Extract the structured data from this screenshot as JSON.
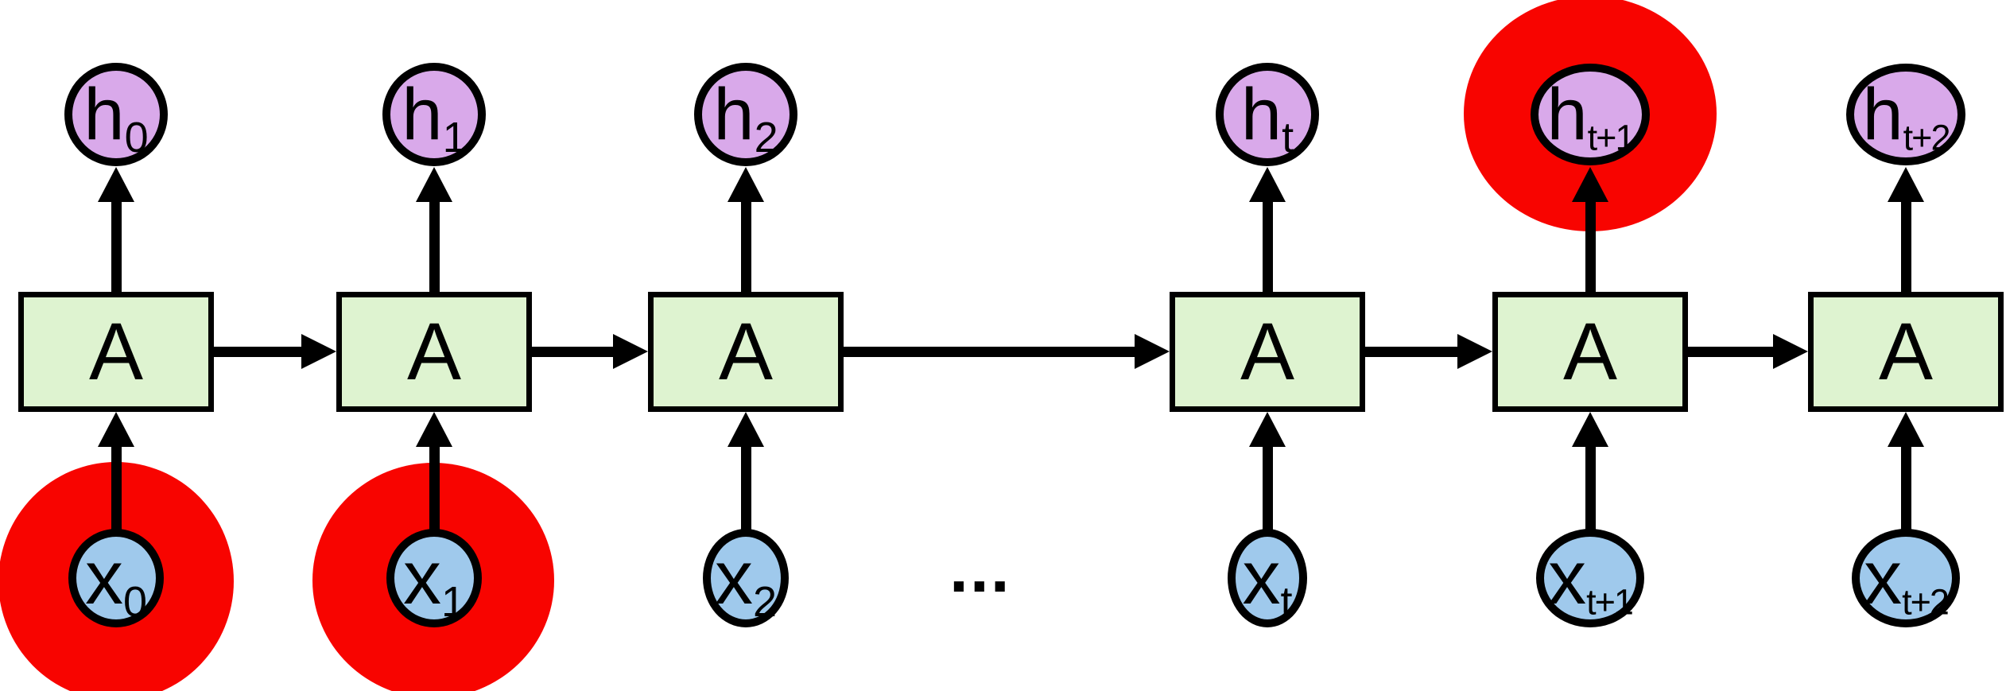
{
  "diagram": {
    "type": "unrolled-rnn",
    "ellipsis": "...",
    "columns": [
      {
        "index": 0,
        "hidden_label": {
          "base": "h",
          "sub": "0"
        },
        "cell": "A",
        "input_label": {
          "base": "x",
          "sub": "0"
        },
        "input_highlighted": true,
        "output_highlighted": false
      },
      {
        "index": 1,
        "hidden_label": {
          "base": "h",
          "sub": "1"
        },
        "cell": "A",
        "input_label": {
          "base": "x",
          "sub": "1"
        },
        "input_highlighted": true,
        "output_highlighted": false
      },
      {
        "index": 2,
        "hidden_label": {
          "base": "h",
          "sub": "2"
        },
        "cell": "A",
        "input_label": {
          "base": "x",
          "sub": "2"
        },
        "input_highlighted": false,
        "output_highlighted": false
      },
      {
        "index": 3,
        "hidden_label": {
          "base": "h",
          "sub": "t"
        },
        "cell": "A",
        "input_label": {
          "base": "x",
          "sub": "t"
        },
        "input_highlighted": false,
        "output_highlighted": false
      },
      {
        "index": 4,
        "hidden_label": {
          "base": "h",
          "sub": "t+1"
        },
        "cell": "A",
        "input_label": {
          "base": "x",
          "sub": "t+1"
        },
        "input_highlighted": false,
        "output_highlighted": true
      },
      {
        "index": 5,
        "hidden_label": {
          "base": "h",
          "sub": "t+2"
        },
        "cell": "A",
        "input_label": {
          "base": "x",
          "sub": "t+2"
        },
        "input_highlighted": false,
        "output_highlighted": false
      }
    ],
    "colors": {
      "cell_fill": "#def3d0",
      "hidden_fill": "#d9a9ea",
      "input_fill": "#9fc9ec",
      "highlight": "#f80400",
      "stroke": "#000000",
      "background": "#ffffff"
    }
  }
}
